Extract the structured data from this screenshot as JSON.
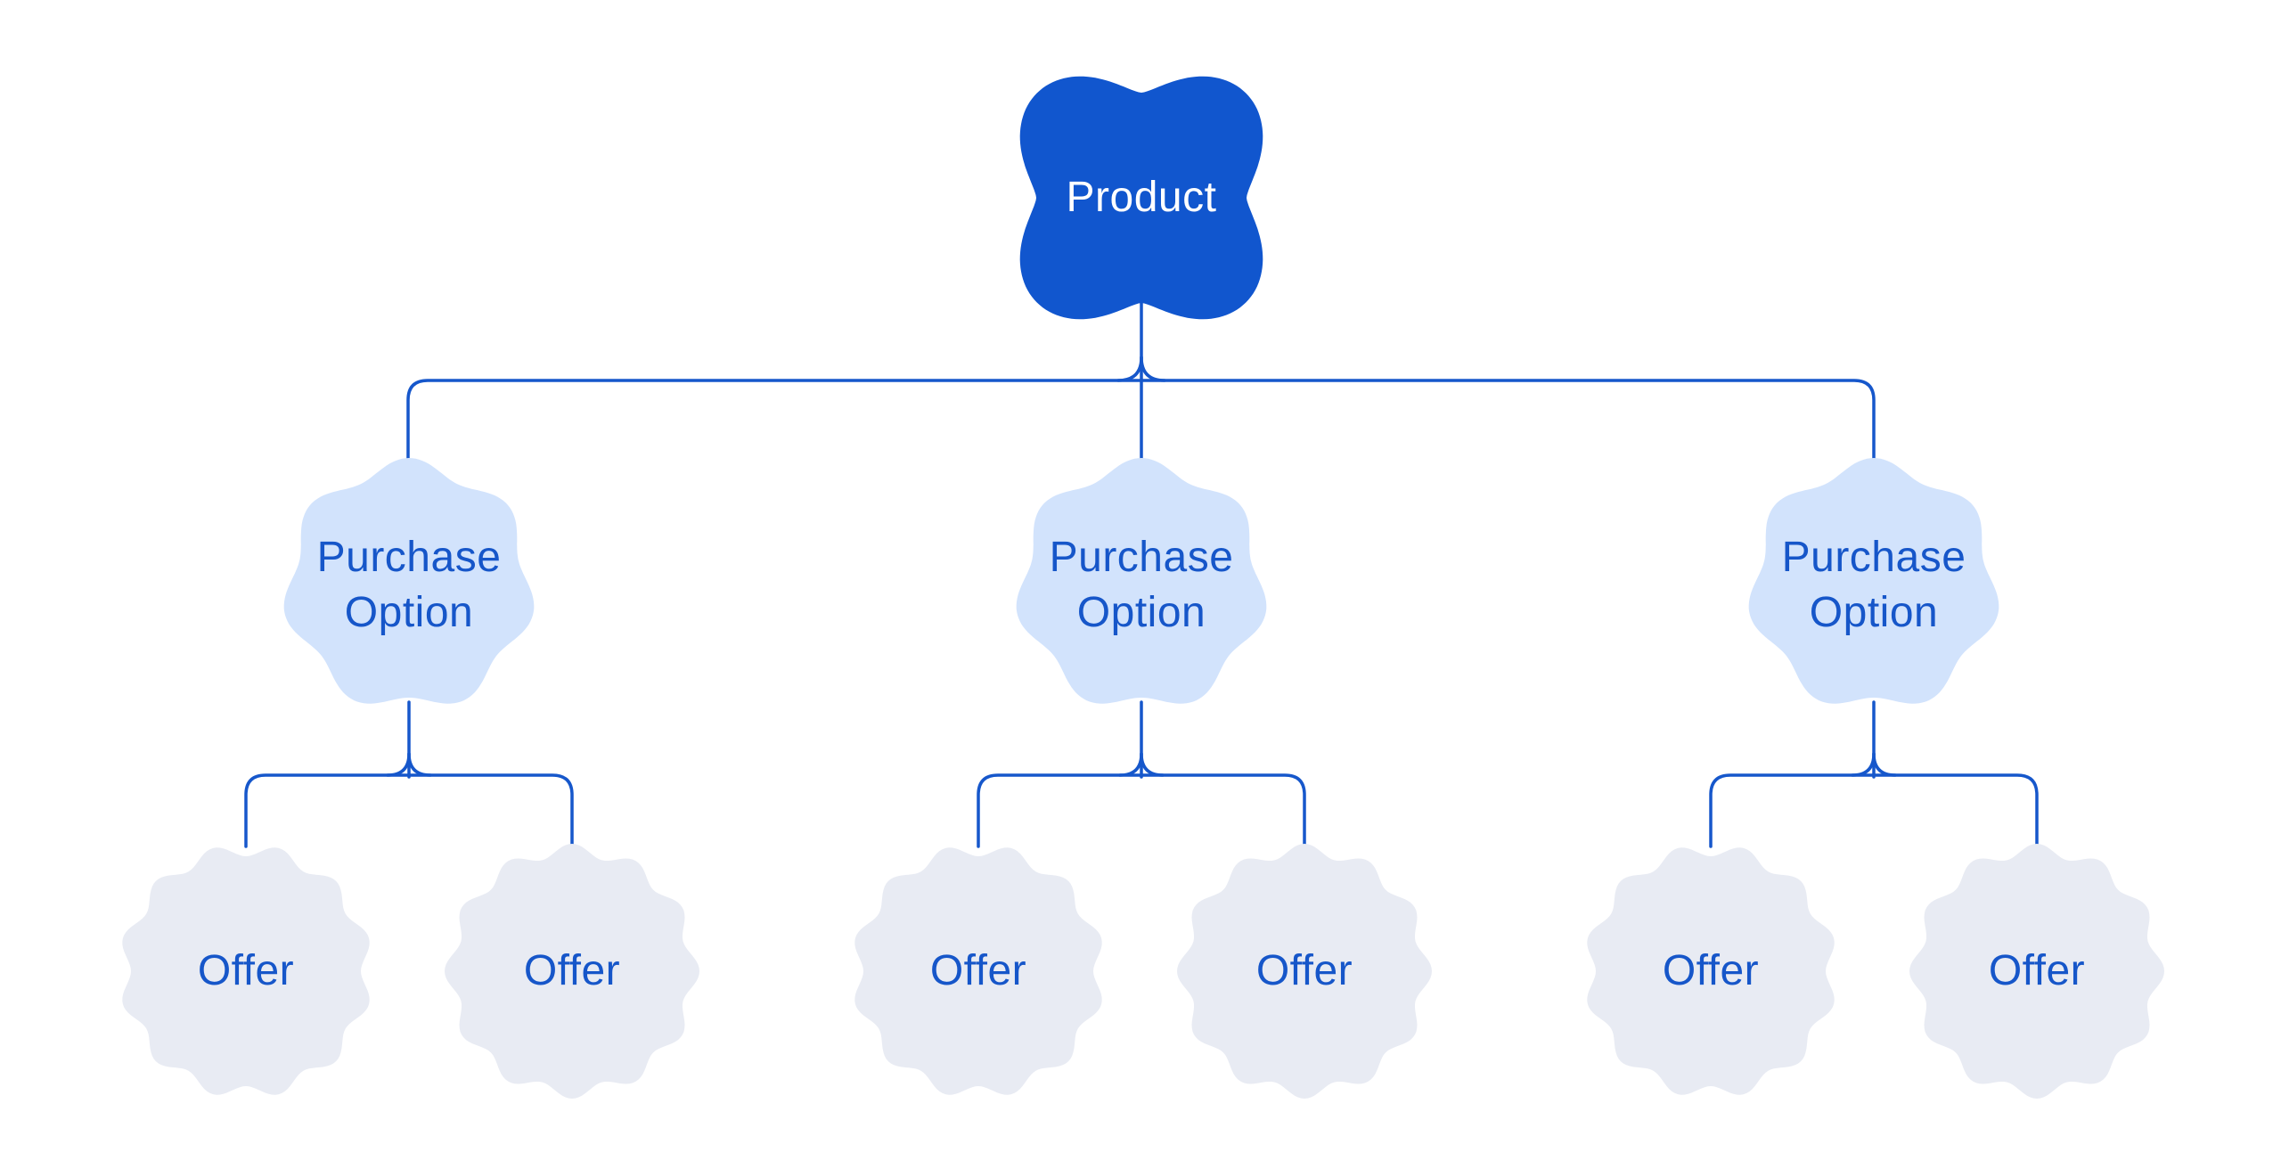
{
  "canvas": {
    "background": "#ffffff"
  },
  "palette": {
    "root_fill": "#1156CE",
    "root_text": "#ffffff",
    "branch_fill": "#D2E3FC",
    "leaf_fill": "#E8EBF3",
    "label_text": "#1656C9",
    "connector": "#1657CB"
  },
  "tree": {
    "root": {
      "label": "Product"
    },
    "branches": [
      {
        "label": "Purchase Option",
        "children": [
          {
            "label": "Offer"
          },
          {
            "label": "Offer"
          }
        ]
      },
      {
        "label": "Purchase Option",
        "children": [
          {
            "label": "Offer"
          },
          {
            "label": "Offer"
          }
        ]
      },
      {
        "label": "Purchase Option",
        "children": [
          {
            "label": "Offer"
          },
          {
            "label": "Offer"
          }
        ]
      }
    ]
  }
}
